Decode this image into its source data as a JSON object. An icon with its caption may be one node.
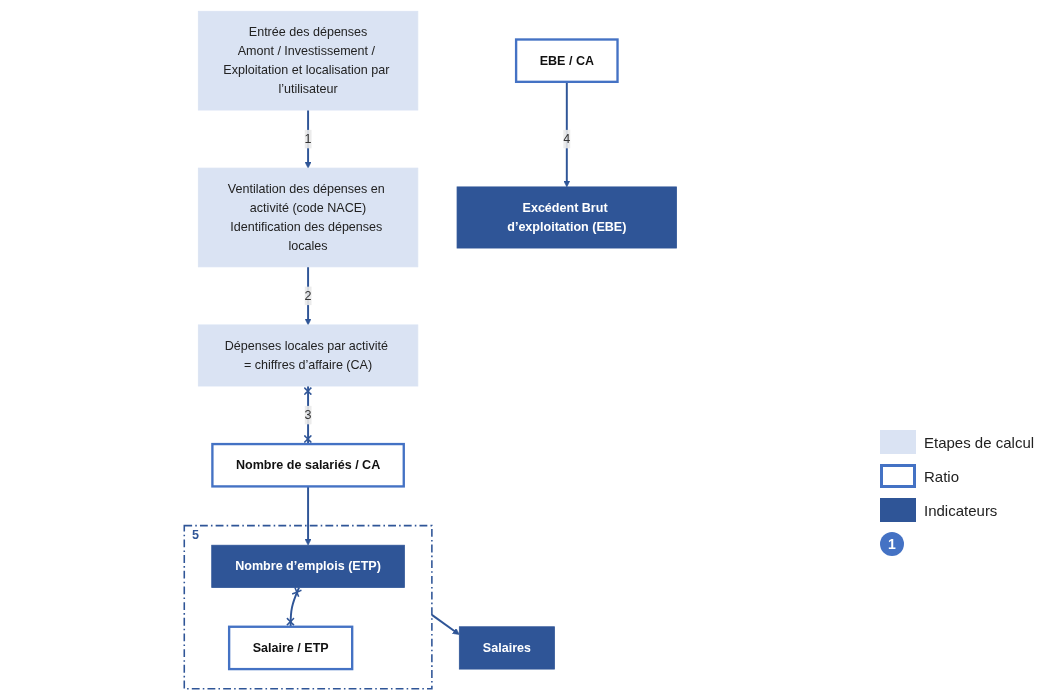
{
  "diagram": {
    "nodes": [
      {
        "text": [
          "Entrée des dépenses",
          "Amont / Investissement / Exploitation et localisation par l’utilisateur"
        ]
      },
      {
        "text": [
          "Ventilation des dépenses en activité (code NACE)",
          "Identification des dépenses locales"
        ]
      },
      {
        "text": [
          "EBE / CA"
        ]
      },
      {
        "text": [
          "Nombre de salariés / CA"
        ]
      },
      {
        "text": [
          "Dépenses locales par activité = chiffres d’affaire (CA)"
        ]
      },
      {
        "text": [
          "Excédent Brut d’exploitation (EBE)"
        ]
      },
      {
        "text": [],
        "shape": "box",
        "beside": [
          "5"
        ]
      },
      {
        "text": [
          "Nombre d’emplois (ETP)"
        ],
        "in": 6
      },
      {
        "text": [
          "Salaire / ETP"
        ],
        "in": 6
      },
      {
        "text": [
          "Salaires"
        ]
      }
    ],
    "edges": [
      {
        "from": 0,
        "to": 1,
        "arrow": "to",
        "label": "1"
      },
      {
        "from": 1,
        "to": 4,
        "arrow": "to",
        "label": "2"
      },
      {
        "from": 4,
        "to": 3,
        "arrow": "other",
        "label": "3"
      },
      {
        "from": 2,
        "to": 5,
        "arrow": "to",
        "label": "4"
      },
      {
        "from": 3,
        "to": 7,
        "arrow": "to"
      },
      {
        "from": 7,
        "to": 8,
        "arrow": "other"
      },
      {
        "from": 6,
        "to": 9,
        "arrow": "to"
      }
    ],
    "labels": [
      "1"
    ],
    "legend": [
      {
        "text": "Etapes de calcul",
        "color": "#dae3f3"
      },
      {
        "text": "Ratio"
      },
      {
        "text": "Indicateurs",
        "color": "#2f5597"
      }
    ]
  }
}
